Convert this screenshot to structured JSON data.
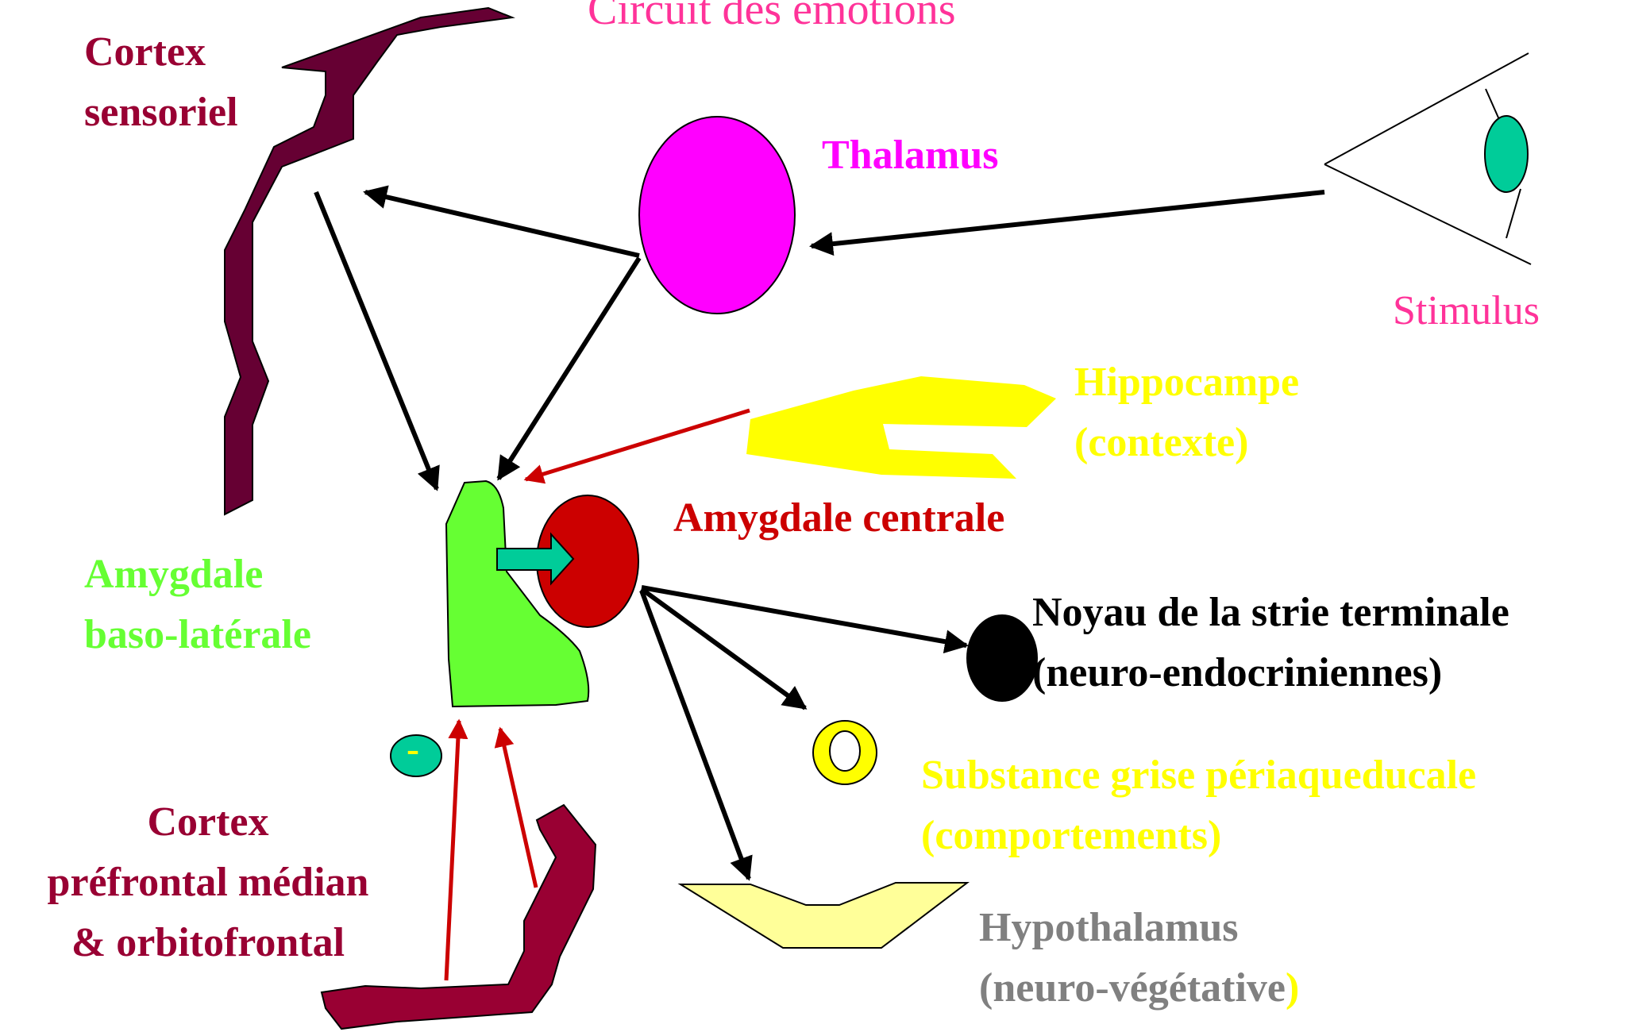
{
  "title": "Circuit des émotions",
  "labels": {
    "cortex_sensoriel": [
      "Cortex",
      "sensoriel"
    ],
    "thalamus": "Thalamus",
    "stimulus": "Stimulus",
    "hippocampe": [
      "Hippocampe",
      "(contexte)"
    ],
    "amygdale_centrale": "Amygdale centrale",
    "amygdale_basolaterale": [
      "Amygdale",
      "baso-latérale"
    ],
    "noyau_strie": [
      "Noyau de la strie terminale",
      "(neuro-endocriniennes)"
    ],
    "substance_grise": [
      "Substance grise périaqueducale",
      "(comportements)"
    ],
    "hypothalamus": [
      "Hypothalamus",
      "(neuro-végétative",
      ")"
    ],
    "cortex_prefrontal": [
      "Cortex",
      "préfrontal médian",
      "& orbitofrontal"
    ],
    "minus_sign": "-"
  },
  "colors": {
    "title": "#ff3399",
    "cortex_sensoriel": "#990033",
    "cortex_sensoriel_fill": "#660033",
    "thalamus": "#ff00ff",
    "stimulus": "#ff3399",
    "hippocampe": "#ffff00",
    "amygdale_centrale": "#cc0000",
    "amygdale_basolaterale": "#66ff33",
    "noyau_strie": "#000000",
    "substance_grise": "#ffff00",
    "hypothalamus": "#808080",
    "hypothalamus_fill": "#ffff99",
    "cortex_prefrontal": "#990033",
    "eye_iris": "#00cc99",
    "arrow_black": "#000000",
    "arrow_red": "#cc0000",
    "arrow_teal": "#00cc99"
  }
}
